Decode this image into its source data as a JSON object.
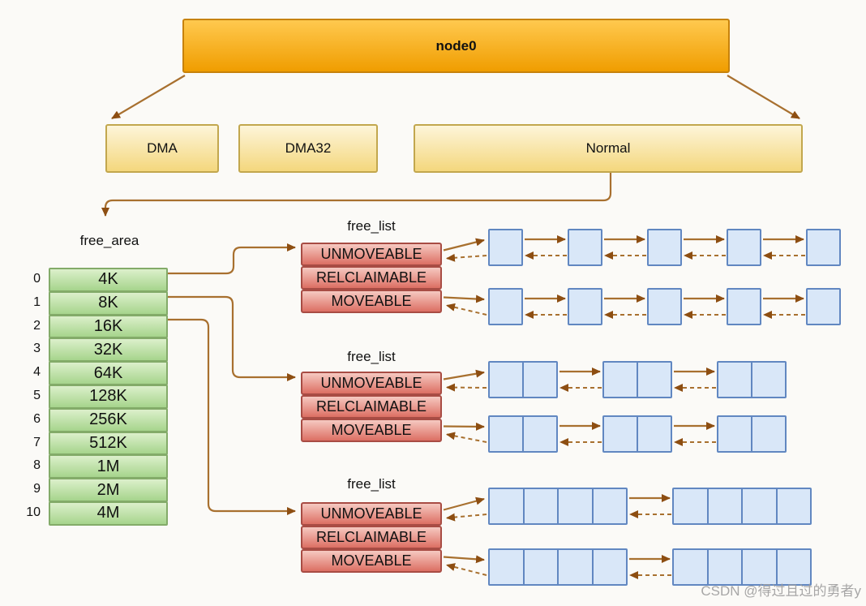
{
  "node": {
    "label": "node0"
  },
  "zones": [
    {
      "label": "DMA"
    },
    {
      "label": "DMA32"
    },
    {
      "label": "Normal"
    }
  ],
  "free_area": {
    "title": "free_area",
    "orders": [
      {
        "index": "0",
        "size": "4K"
      },
      {
        "index": "1",
        "size": "8K"
      },
      {
        "index": "2",
        "size": "16K"
      },
      {
        "index": "3",
        "size": "32K"
      },
      {
        "index": "4",
        "size": "64K"
      },
      {
        "index": "5",
        "size": "128K"
      },
      {
        "index": "6",
        "size": "256K"
      },
      {
        "index": "7",
        "size": "512K"
      },
      {
        "index": "8",
        "size": "1M"
      },
      {
        "index": "9",
        "size": "2M"
      },
      {
        "index": "10",
        "size": "4M"
      }
    ]
  },
  "free_lists": [
    {
      "title": "free_list",
      "rows": [
        "UNMOVEABLE",
        "RELCLAIMABLE",
        "MOVEABLE"
      ],
      "source_order": "4K",
      "chain": {
        "rows": 2,
        "nodes_per_row": 5,
        "pages_per_node": 1
      }
    },
    {
      "title": "free_list",
      "rows": [
        "UNMOVEABLE",
        "RELCLAIMABLE",
        "MOVEABLE"
      ],
      "source_order": "8K",
      "chain": {
        "rows": 2,
        "nodes_per_row": 3,
        "pages_per_node": 2
      }
    },
    {
      "title": "free_list",
      "rows": [
        "UNMOVEABLE",
        "RELCLAIMABLE",
        "MOVEABLE"
      ],
      "source_order": "16K",
      "chain": {
        "rows": 2,
        "nodes_per_row": 2,
        "pages_per_node": 4
      }
    }
  ],
  "watermark": "CSDN @得过且过的勇者y",
  "palette": {
    "background": "#fbfaf7",
    "node_fill_top": "#ffc94f",
    "node_fill_bottom": "#f09d00",
    "node_border": "#c7820b",
    "zone_fill_top": "#fdf5d9",
    "zone_fill_bottom": "#f4d77d",
    "zone_border": "#c2a74e",
    "green_fill_top": "#dcf0cb",
    "green_fill_bottom": "#a6d48c",
    "green_border": "#83ab69",
    "red_fill_top": "#f6c9c1",
    "red_fill_bottom": "#dc6f63",
    "red_border": "#a84c44",
    "blue_fill": "#d9e7f8",
    "blue_border": "#6187c1",
    "arrow_line": "#a8702f",
    "arrow_head": "#8d4e12",
    "text": "#111111",
    "watermark_color": "#9e9e9e"
  }
}
